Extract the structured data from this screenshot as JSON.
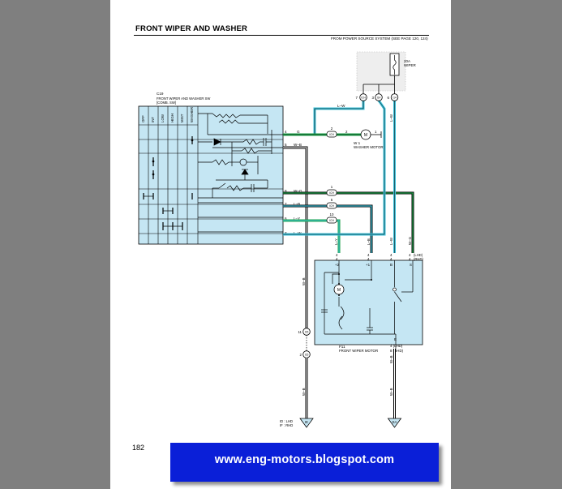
{
  "page": {
    "title": "FRONT WIPER AND WASHER",
    "source_note": "FROM POWER SOURCE SYSTEM (SEE PAGE 120, 124)",
    "page_number": "182",
    "watermark": "www.eng-motors.blogspot.com"
  },
  "fuse": {
    "label_line1": "20A",
    "label_line2": "WIPER"
  },
  "switch": {
    "code": "C19",
    "name_line1": "FRONT WIPER AND WASHER SW",
    "name_line2": "[COMB. SW]",
    "positions": [
      "OFF",
      "INT",
      "LOW",
      "HIGH",
      "MIST",
      "WASHER"
    ],
    "pins": [
      {
        "pin": "4",
        "wire": "G"
      },
      {
        "pin": "5",
        "wire": "W–B"
      },
      {
        "pin": "8",
        "wire": "W–G"
      },
      {
        "pin": "7",
        "wire": "L–B"
      },
      {
        "pin": "6",
        "wire": "L–Y"
      },
      {
        "pin": "3",
        "wire": "L–W"
      }
    ]
  },
  "washer_motor": {
    "code": "W 1",
    "name": "WASHER MOTOR",
    "symbol": "M",
    "pin_in": "2",
    "pin_out": "1",
    "wire": "G",
    "wire_top": "L–W"
  },
  "junctions": {
    "top": [
      {
        "num": "7",
        "code": "ICH"
      },
      {
        "num": "3",
        "code": "I14"
      },
      {
        "num": "6",
        "code": "I14"
      }
    ],
    "side": [
      {
        "num": "2",
        "code": "ICH"
      },
      {
        "num": "1",
        "code": "ICH"
      },
      {
        "num": "5",
        "code": "ICH"
      },
      {
        "num": "10",
        "code": "ICH"
      }
    ],
    "lower": [
      {
        "num": "11",
        "code": "I15"
      },
      {
        "num": "2",
        "code": "I15"
      }
    ]
  },
  "vertical_labels": [
    "L–Y",
    "L–B",
    "L–W",
    "W–G"
  ],
  "right_wire_labels": [
    "L–W",
    "L–W"
  ],
  "front_wiper_motor": {
    "code": "F11",
    "name": "FRONT WIPER MOTOR",
    "symbol": "M",
    "top_pins": [
      {
        "num": "4",
        "label": "+2"
      },
      {
        "num": "4",
        "label": "+1"
      },
      {
        "num": "4",
        "label": "B"
      },
      {
        "num": "4",
        "label": "S"
      }
    ],
    "pin_suffix_lhd": "(LHD)",
    "pin_suffix_rhd": "(RHD)",
    "bottom_label": "E",
    "bottom_pin_lhd": "4 (LHD)",
    "bottom_pin_rhd": "8 (RHD)"
  },
  "grounds": {
    "left_code": "IE",
    "left_note_line1": "ID : LHD",
    "left_note_line2": "IF : RHD",
    "right_code": "EA",
    "wire": "W–B"
  },
  "colors": {
    "box_fill": "#c5e6f3",
    "cyan_wire": "#3cc0d8",
    "green_wire": "#1ea24a",
    "banner": "#0a1fd8"
  }
}
